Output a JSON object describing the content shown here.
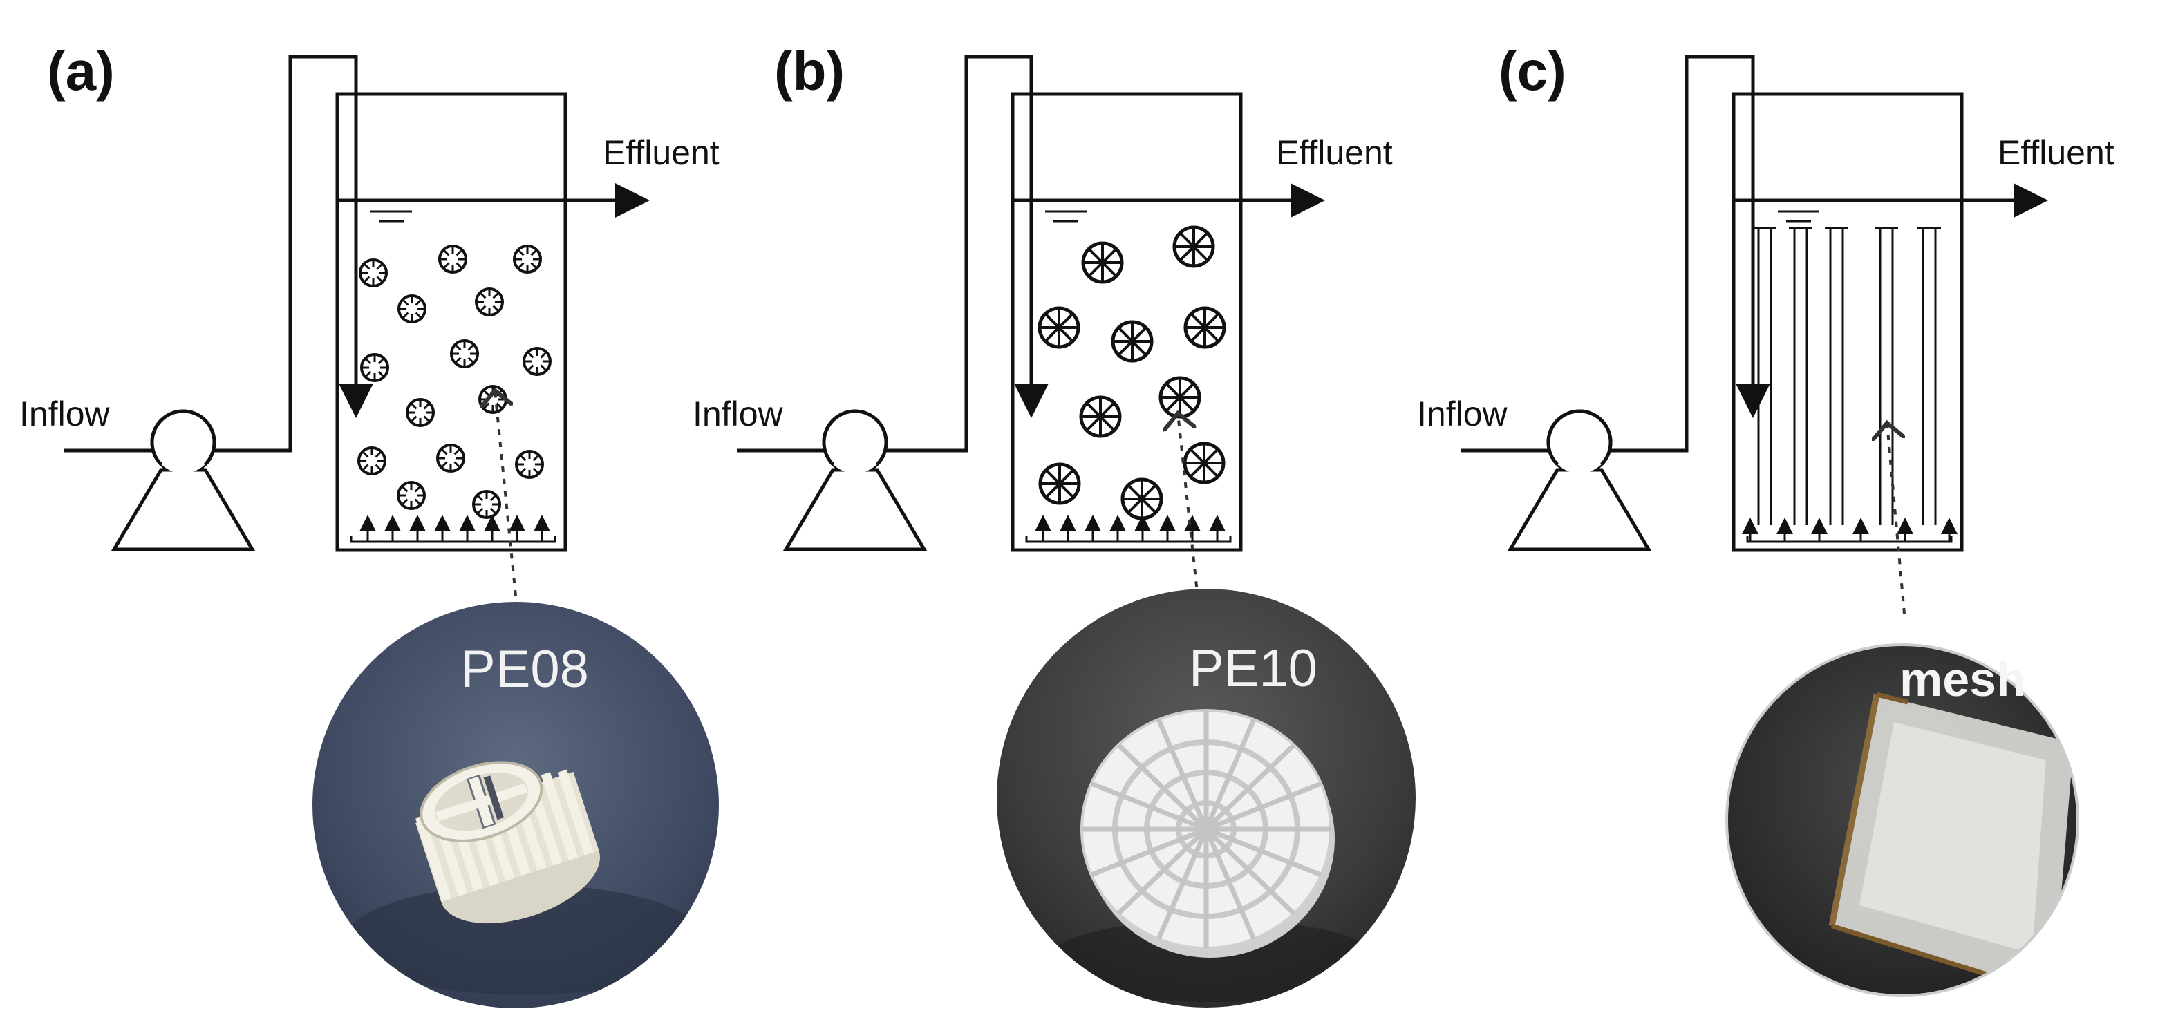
{
  "panels": [
    {
      "label": "(a)",
      "inflow_label": "Inflow",
      "effluent_label": "Effluent",
      "photo_label": "PE08"
    },
    {
      "label": "(b)",
      "inflow_label": "Inflow",
      "effluent_label": "Effluent",
      "photo_label": "PE10"
    },
    {
      "label": "(c)",
      "inflow_label": "Inflow",
      "effluent_label": "Effluent",
      "photo_label": "mesh"
    }
  ]
}
